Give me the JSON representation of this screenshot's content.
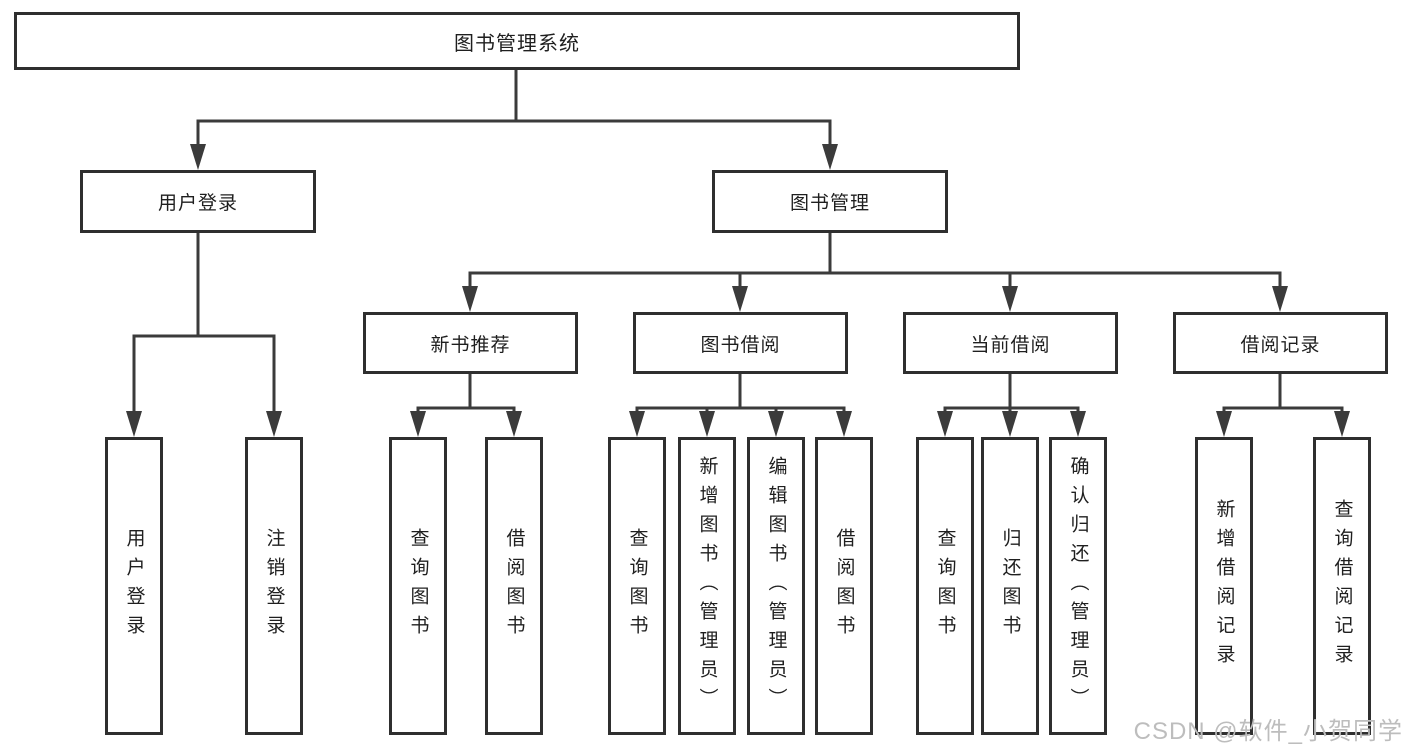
{
  "colors": {
    "line": "#3b3b3b",
    "box_border": "#2f2f2f",
    "text": "#1f1f1f",
    "watermark": "#bdbdbd",
    "background": "#ffffff"
  },
  "watermark": "CSDN @软件_小贺同学",
  "diagram": {
    "root": "图书管理系统",
    "level2": {
      "user_login": "用户登录",
      "book_management": "图书管理"
    },
    "level3": {
      "new_book_recommend": "新书推荐",
      "book_borrow": "图书借阅",
      "current_borrow": "当前借阅",
      "borrow_records": "借阅记录"
    },
    "leaves": {
      "user_login": "用户登录",
      "logout": "注销登录",
      "nb_query_books": "查询图书",
      "nb_borrow_books": "借阅图书",
      "bb_query_books": "查询图书",
      "bb_add_books": "新增图书（管理员）",
      "bb_edit_books": "编辑图书（管理员）",
      "bb_borrow_books": "借阅图书",
      "cb_query_books": "查询图书",
      "cb_return_books": "归还图书",
      "cb_confirm_return": "确认归还（管理员）",
      "br_add_record": "新增借阅记录",
      "br_query_record": "查询借阅记录"
    }
  }
}
